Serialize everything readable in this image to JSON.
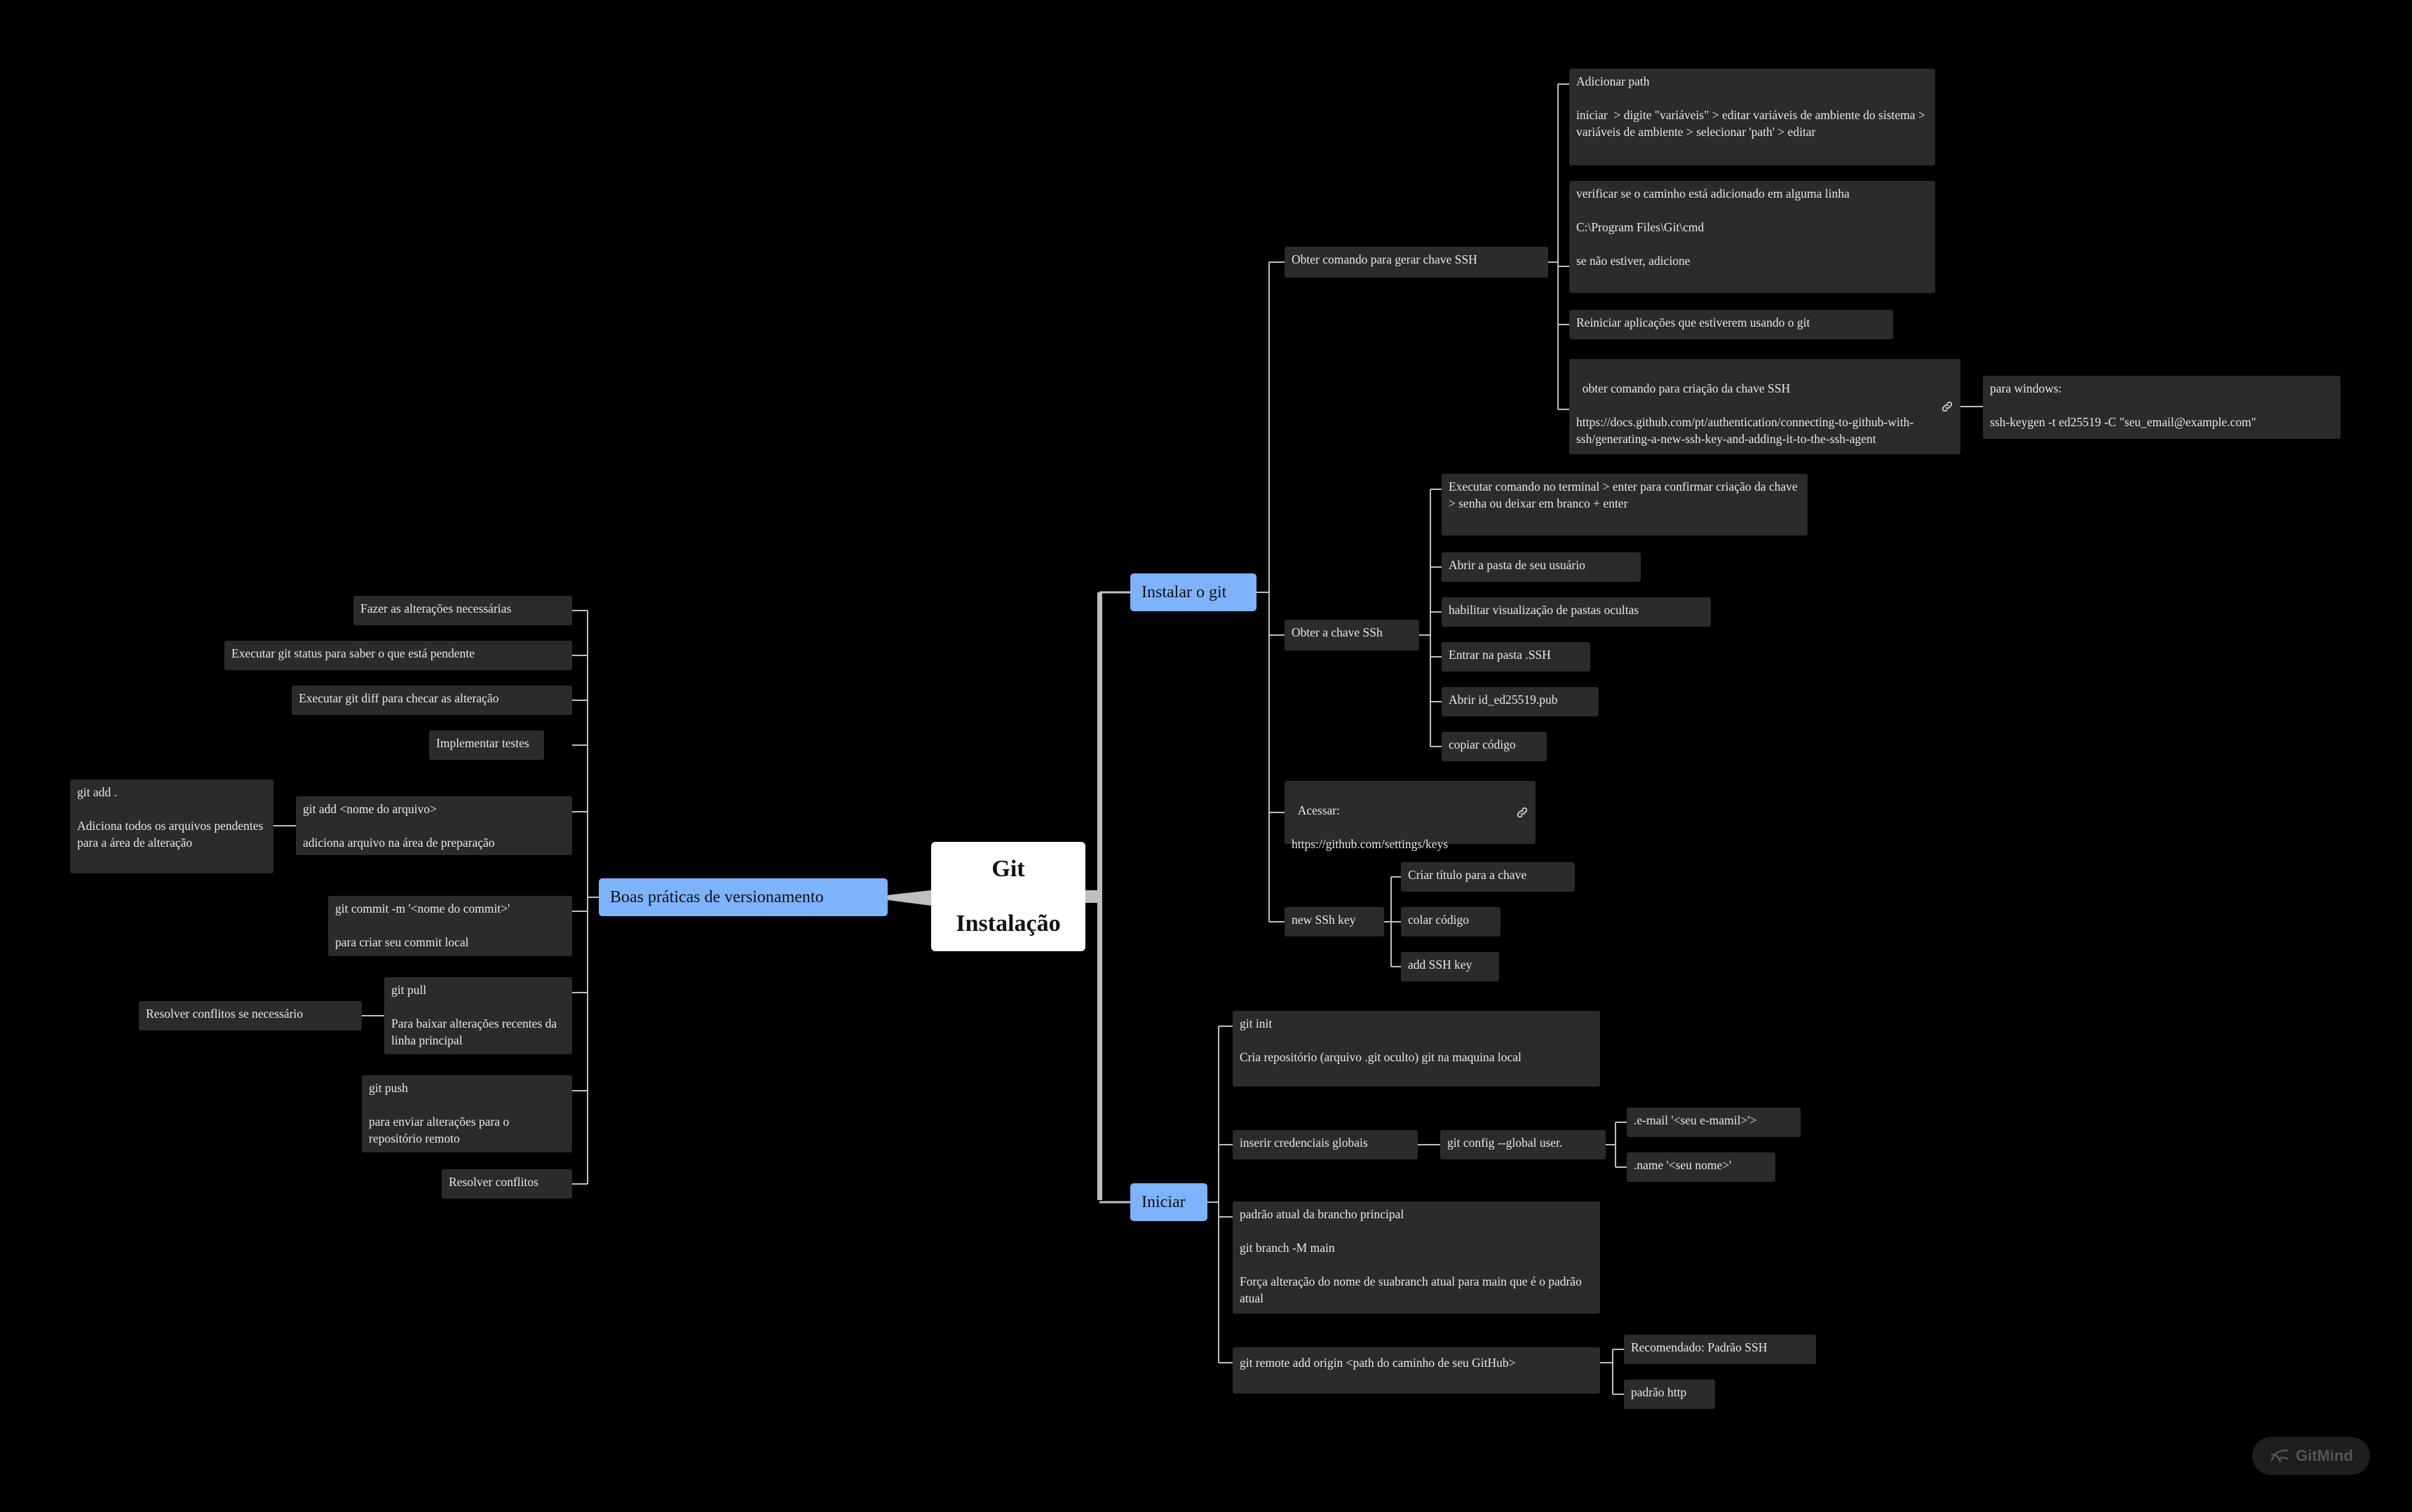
{
  "root": {
    "line1": "Git",
    "line2": "Instalação"
  },
  "branches": {
    "instalar": "Instalar o git",
    "iniciar": "Iniciar",
    "boas": "Boas práticas de versionamento"
  },
  "instalar": {
    "obter_comando": {
      "label": "Obter comando para gerar chave SSH",
      "path": "Adicionar path\n\niniciar  > digite \"variáveis\" > editar variáveis de ambiente do sistema > variáveis de ambiente > selecionar 'path' > editar",
      "verificar": "verificar se o caminho está adicionado em alguma linha\n\nC:\\Program Files\\Git\\cmd\n\nse não estiver, adicione",
      "reiniciar": "Reiniciar aplicações que estiverem usando o git",
      "criacao": "obter comando para criação da chave SSH\n\nhttps://docs.github.com/pt/authentication/connecting-to-github-with-ssh/generating-a-new-ssh-key-and-adding-it-to-the-ssh-agent",
      "windows": "para windows:\n\nssh-keygen -t ed25519 -C \"seu_email@example.com\""
    },
    "obter_chave": {
      "label": "Obter a chave SSh",
      "steps": [
        "Executar comando no terminal > enter para confirmar criação da chave > senha ou deixar em branco + enter",
        "Abrir a pasta de seu usuário",
        "habilitar visualização de pastas ocultas",
        "Entrar na pasta .SSH",
        "Abrir id_ed25519.pub",
        "copiar código"
      ]
    },
    "acessar": "Acessar:\n\nhttps://github.com/settings/keys",
    "new_key": {
      "label": "new SSh key",
      "steps": [
        "Criar título para a chave",
        "colar código",
        "add SSH key"
      ]
    }
  },
  "iniciar": {
    "init": "git init\n\nCria repositório (arquivo .git oculto) git na maquina local",
    "credenciais": "inserir credenciais globais",
    "config": "git config --global user.",
    "email": ".e-mail '<seu e-mamil>'>",
    "name": ".name '<seu nome>'",
    "branch": "padrão atual da brancho principal\n\ngit branch -M main\n\nForça alteração do nome de suabranch atual para main que é o padrão atual",
    "remote": "git remote add origin <path do caminho de seu GitHub>",
    "ssh": "Recomendado: Padrão SSH",
    "http": "padrão http"
  },
  "boas": {
    "alteracoes": "Fazer as alterações necessárias",
    "status": "Executar git status para saber o que está pendente",
    "diff": "Executar git diff para checar as alteração",
    "testes": "Implementar testes",
    "add": "git add <nome do arquivo>\n\nadiciona arquivo na área de preparação",
    "add_all": "git add .\n\nAdiciona todos os arquivos pendentes para a área de alteração",
    "commit": "git commit -m '<nome do commit>'\n\npara criar seu commit local",
    "pull": "git pull\n\nPara baixar alterações recentes da linha principal",
    "pull_conflitos": "Resolver conflitos se necessário",
    "push": "git push\n\npara enviar alterações para o repositório remoto",
    "conflitos": "Resolver conflitos"
  },
  "watermark": "GitMind",
  "colors": {
    "background": "#000000",
    "node": "#2b2b2b",
    "hub": "#7cb3fb",
    "root": "#ffffff",
    "connector": "#bfbfbf"
  }
}
